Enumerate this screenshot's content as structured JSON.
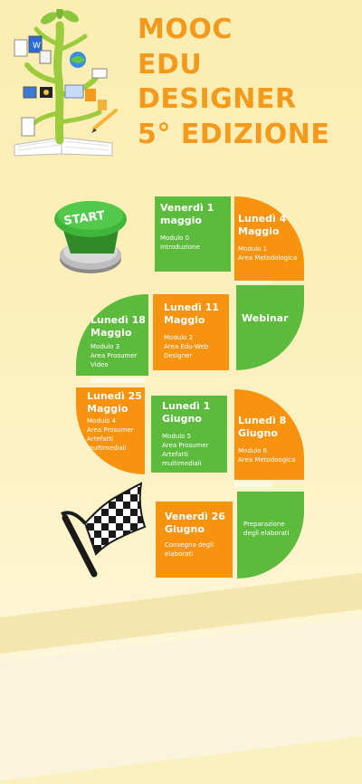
{
  "title": {
    "line1": "MOOC",
    "line2": "EDU",
    "line3": "DESIGNER",
    "line4": "5° EDIZIONE"
  },
  "start_button": {
    "label": "START"
  },
  "steps": [
    {
      "date_line1": "Venerdì 1",
      "date_line2": "maggio",
      "desc1": "Modulo 0",
      "desc2": "Introduzione",
      "desc3": "",
      "desc4": ""
    },
    {
      "date_line1": "Lunedì 4",
      "date_line2": "Maggio",
      "desc1": "Modulo 1",
      "desc2": "Area Metodologica",
      "desc3": "",
      "desc4": ""
    },
    {
      "date_line1": "Webinar",
      "date_line2": "",
      "desc1": "",
      "desc2": "",
      "desc3": "",
      "desc4": ""
    },
    {
      "date_line1": "Lunedì 11",
      "date_line2": "Maggio",
      "desc1": "Modulo 2",
      "desc2": "Area Edu-Web",
      "desc3": "Designer",
      "desc4": ""
    },
    {
      "date_line1": "Lunedì 18",
      "date_line2": "Maggio",
      "desc1": "Modulo 3",
      "desc2": "Area Prosumer",
      "desc3": "Video",
      "desc4": ""
    },
    {
      "date_line1": "Lunedì 25",
      "date_line2": "Maggio",
      "desc1": "Modulo 4",
      "desc2": "Area Prosumer",
      "desc3": "Artefatti",
      "desc4": "multimediali"
    },
    {
      "date_line1": "Lunedì 1",
      "date_line2": "Giugno",
      "desc1": "Modulo 5",
      "desc2": "Area Prosumer",
      "desc3": "Artefatti",
      "desc4": "multimediali"
    },
    {
      "date_line1": "Lunedì 8",
      "date_line2": "Giugno",
      "desc1": "Modulo 6",
      "desc2": "Area Metodoogica",
      "desc3": "",
      "desc4": ""
    },
    {
      "date_line1": "Venerdì 26",
      "date_line2": "Giugno",
      "desc1": "Consegna degli",
      "desc2": "elaborati",
      "desc3": "",
      "desc4": ""
    },
    {
      "date_line1": "",
      "date_line2": "",
      "desc1": "Preparazione",
      "desc2": "degli elaborati",
      "desc3": "",
      "desc4": ""
    }
  ],
  "colors": {
    "green": "#5cba3c",
    "orange": "#f7930f",
    "title": "#f39a1d"
  },
  "icons": [
    "knowledge-tree-icon",
    "start-button-icon",
    "checkered-flag-icon"
  ]
}
